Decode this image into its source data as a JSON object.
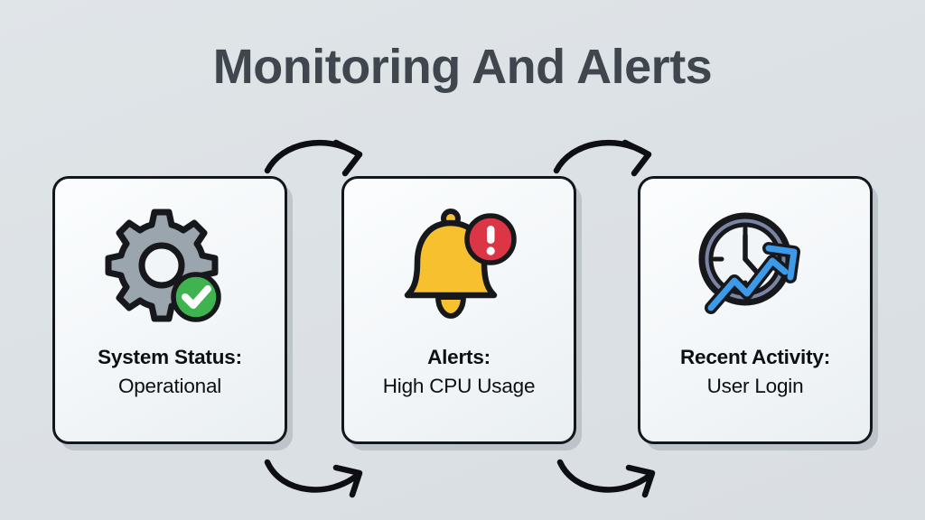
{
  "page": {
    "title": "Monitoring And Alerts",
    "background_color": "#dee3e6",
    "title_color": "#3f464d"
  },
  "cards": [
    {
      "id": "system-status",
      "icon": "gear-check-icon",
      "icon_colors": {
        "gear": "#9aa5ad",
        "gear_outline": "#16181c",
        "badge": "#3eb34f",
        "check": "#ffffff"
      },
      "label": "System Status:",
      "value": "Operational"
    },
    {
      "id": "alerts",
      "icon": "bell-alert-icon",
      "icon_colors": {
        "bell": "#f7c02e",
        "bell_outline": "#16181c",
        "badge": "#dc3545",
        "exclamation": "#ffffff"
      },
      "label": "Alerts:",
      "value": "High CPU Usage"
    },
    {
      "id": "recent-activity",
      "icon": "clock-trend-icon",
      "icon_colors": {
        "clock_ring": "#7b84a3",
        "clock_face": "#f2f5f8",
        "clock_outline": "#16181c",
        "trend_arrow": "#3d9ae8"
      },
      "label": "Recent Activity:",
      "value": "User Login"
    }
  ],
  "arrows": {
    "color": "#0d0f12",
    "top": [
      {
        "name": "arrow-card1-to-card2",
        "direction": "right"
      },
      {
        "name": "arrow-card2-to-card3",
        "direction": "right"
      }
    ],
    "bottom": [
      {
        "name": "arrow-card1-to-card2-return",
        "direction": "right"
      },
      {
        "name": "arrow-card2-to-card3-return",
        "direction": "right"
      }
    ]
  }
}
